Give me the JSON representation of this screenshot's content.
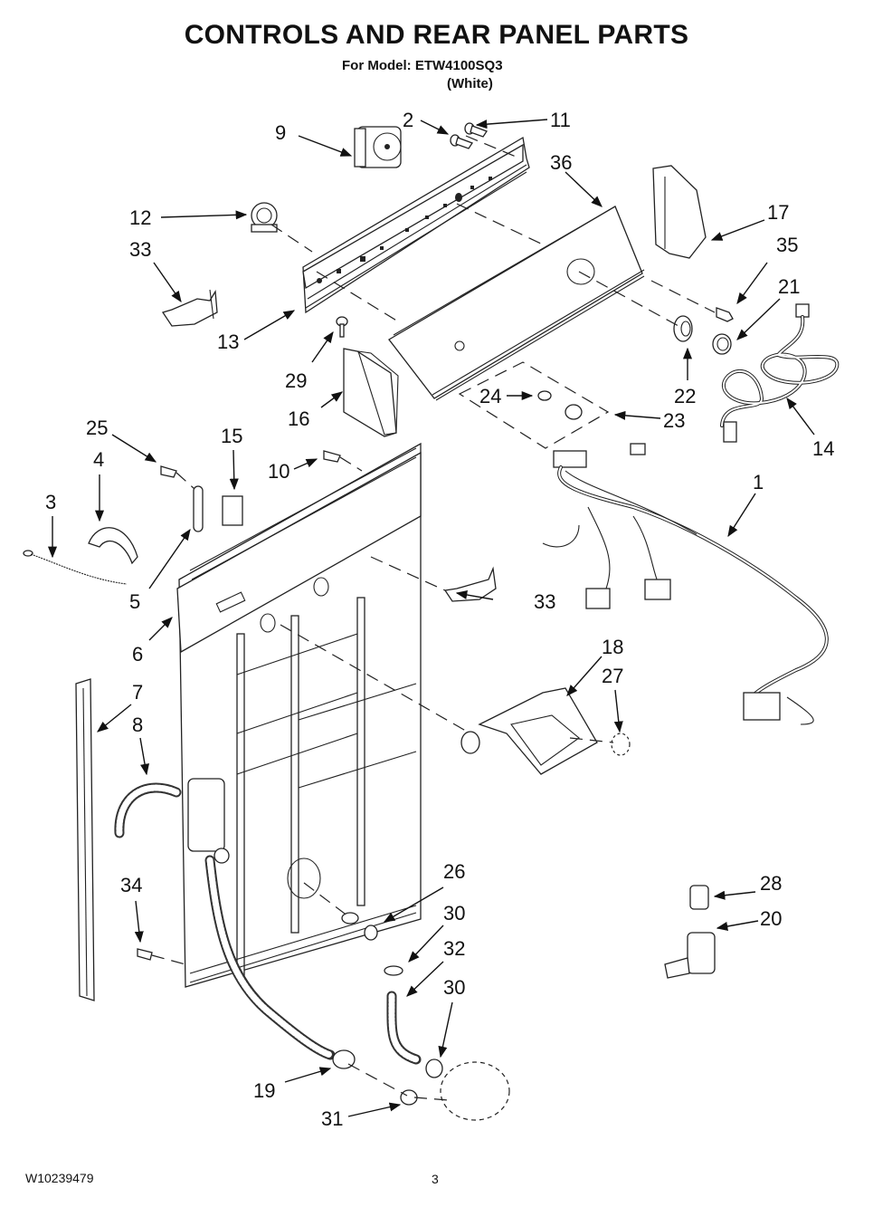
{
  "header": {
    "title": "CONTROLS AND REAR PANEL PARTS",
    "model_line": "For Model: ETW4100SQ3",
    "color_line": "(White)"
  },
  "footer": {
    "document_number": "W10239479",
    "page_number": "3"
  },
  "callouts": [
    {
      "id": "c1",
      "label": "1"
    },
    {
      "id": "c2",
      "label": "2"
    },
    {
      "id": "c3",
      "label": "3"
    },
    {
      "id": "c4",
      "label": "4"
    },
    {
      "id": "c5",
      "label": "5"
    },
    {
      "id": "c6",
      "label": "6"
    },
    {
      "id": "c7",
      "label": "7"
    },
    {
      "id": "c8",
      "label": "8"
    },
    {
      "id": "c9",
      "label": "9"
    },
    {
      "id": "c10",
      "label": "10"
    },
    {
      "id": "c11",
      "label": "11"
    },
    {
      "id": "c12",
      "label": "12"
    },
    {
      "id": "c13",
      "label": "13"
    },
    {
      "id": "c14",
      "label": "14"
    },
    {
      "id": "c15",
      "label": "15"
    },
    {
      "id": "c16",
      "label": "16"
    },
    {
      "id": "c17",
      "label": "17"
    },
    {
      "id": "c18",
      "label": "18"
    },
    {
      "id": "c19",
      "label": "19"
    },
    {
      "id": "c20",
      "label": "20"
    },
    {
      "id": "c21",
      "label": "21"
    },
    {
      "id": "c22",
      "label": "22"
    },
    {
      "id": "c23",
      "label": "23"
    },
    {
      "id": "c24",
      "label": "24"
    },
    {
      "id": "c25",
      "label": "25"
    },
    {
      "id": "c26",
      "label": "26"
    },
    {
      "id": "c27",
      "label": "27"
    },
    {
      "id": "c28",
      "label": "28"
    },
    {
      "id": "c29",
      "label": "29"
    },
    {
      "id": "c30a",
      "label": "30"
    },
    {
      "id": "c30b",
      "label": "30"
    },
    {
      "id": "c31",
      "label": "31"
    },
    {
      "id": "c32",
      "label": "32"
    },
    {
      "id": "c33a",
      "label": "33"
    },
    {
      "id": "c33b",
      "label": "33"
    },
    {
      "id": "c34",
      "label": "34"
    },
    {
      "id": "c35",
      "label": "35"
    },
    {
      "id": "c36",
      "label": "36"
    }
  ]
}
